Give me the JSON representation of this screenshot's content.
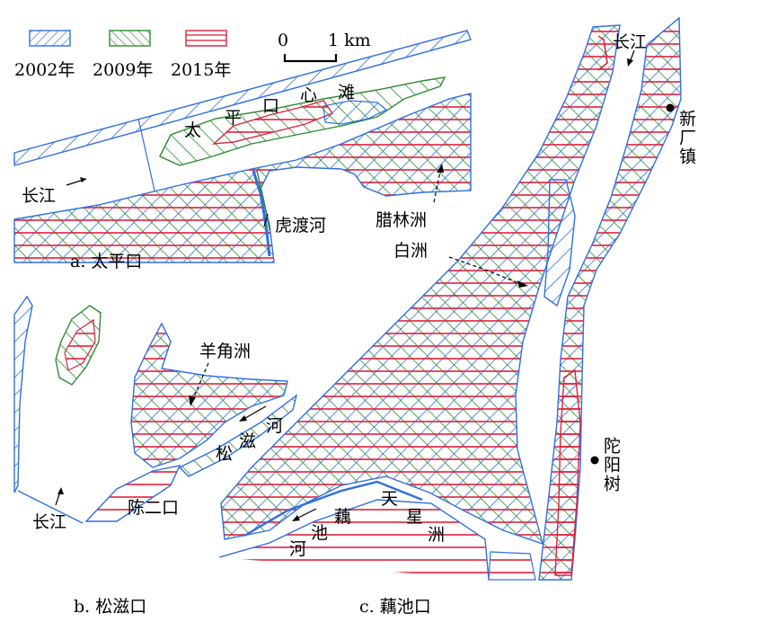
{
  "legend": {
    "items": [
      {
        "year": "2002年",
        "color": "#2f6fe0",
        "pattern": "backslash"
      },
      {
        "year": "2009年",
        "color": "#2e8b2e",
        "pattern": "slash"
      },
      {
        "year": "2015年",
        "color": "#e0203a",
        "pattern": "horizontal"
      }
    ]
  },
  "scalebar": {
    "start": "0",
    "end": "1 km"
  },
  "panels": {
    "a": {
      "caption": "a. 太平口",
      "labels": {
        "c1": "太",
        "c2": "平",
        "c3": "口",
        "c4": "心",
        "c5": "滩",
        "river": "长江",
        "tributary": "虎渡河",
        "bar": "腊林洲"
      }
    },
    "b": {
      "caption": "b. 松滋口",
      "labels": {
        "bar": "羊角洲",
        "river": "长江",
        "outlet": "陈二口",
        "s1": "松",
        "s2": "滋",
        "s3": "河"
      }
    },
    "c": {
      "caption": "c. 藕池口",
      "labels": {
        "river": "长江",
        "baizhou": "白洲",
        "town1": "新厂镇",
        "town2": "陀阳树",
        "t1": "天",
        "t2": "星",
        "t3": "洲",
        "o1": "藕",
        "o2": "池",
        "o3": "河"
      }
    }
  }
}
